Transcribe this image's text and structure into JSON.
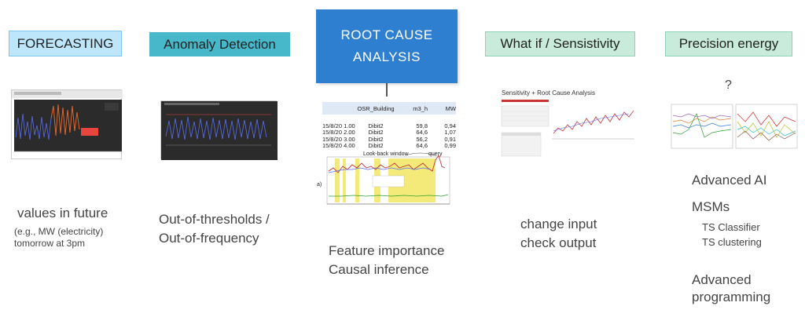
{
  "headers": {
    "forecasting": "FORECASTING",
    "anomaly": "Anomaly Detection",
    "root_cause_line1": "ROOT CAUSE",
    "root_cause_line2": "ANALYSIS",
    "whatif": "What if / Sensistivity",
    "precision": "Precision energy"
  },
  "forecasting": {
    "line1": "values in future",
    "line2": "(e.g., MW (electricity)",
    "line3": "tomorrow at 3pm"
  },
  "anomaly": {
    "line1": "Out-of-thresholds /",
    "line2": "Out-of-frequency"
  },
  "root_cause": {
    "table": {
      "columns": [
        "",
        "OSR_Building",
        "m3_h",
        "MW"
      ],
      "rows": [
        [
          "15/8/20 1.00",
          "Dibit2",
          "59,8",
          "0,94"
        ],
        [
          "15/8/20 2.00",
          "Dibit2",
          "64,6",
          "1,07"
        ],
        [
          "15/8/20 3.00",
          "Dibit2",
          "56,2",
          "0,91"
        ],
        [
          "15/8/20 4.00",
          "Dibit2",
          "64,6",
          "0,99"
        ]
      ]
    },
    "chart_labels": {
      "lookback": "Look-back window",
      "query": "query",
      "panel": "a)"
    },
    "line1": "Feature importance",
    "line2": "Causal inference"
  },
  "whatif": {
    "thumb_title": "Sensitivity + Root Cause Analysis",
    "line1": "change input",
    "line2": "check output"
  },
  "precision": {
    "question": "?",
    "advanced_ai": "Advanced AI",
    "msms": "MSMs",
    "ts_classifier": "TS Classifier",
    "ts_clustering": "TS clustering",
    "adv_line1": "Advanced",
    "adv_line2": "programming"
  },
  "colors": {
    "forecast_header": "#bde6fb",
    "anomaly_header": "#47b8c9",
    "root_cause_header": "#2f7fd1",
    "whatif_header": "#c8ebdb",
    "precision_header": "#c8ebdb"
  }
}
